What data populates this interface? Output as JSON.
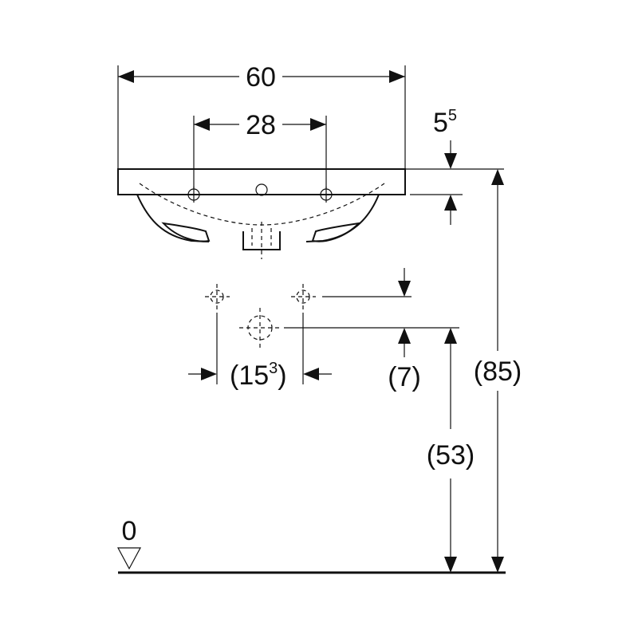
{
  "dimensions": {
    "overall_width": "60",
    "tap_hole_spacing": "28",
    "rim_thickness_main": "5",
    "rim_thickness_sup": "5",
    "waste_spacing_open": "(15",
    "waste_spacing_sup": "3",
    "waste_spacing_close": ")",
    "supply_offset": "(7)",
    "waste_height": "(53)",
    "rim_height": "(85)",
    "floor_level": "0"
  },
  "icons": {
    "floor_marker": "floor-level-triangle-icon",
    "tap_hole": "tap-hole-crosshair-icon",
    "waste_outlet": "waste-outlet-crosshair-icon"
  },
  "colors": {
    "ink": "#111111",
    "background": "#ffffff"
  }
}
